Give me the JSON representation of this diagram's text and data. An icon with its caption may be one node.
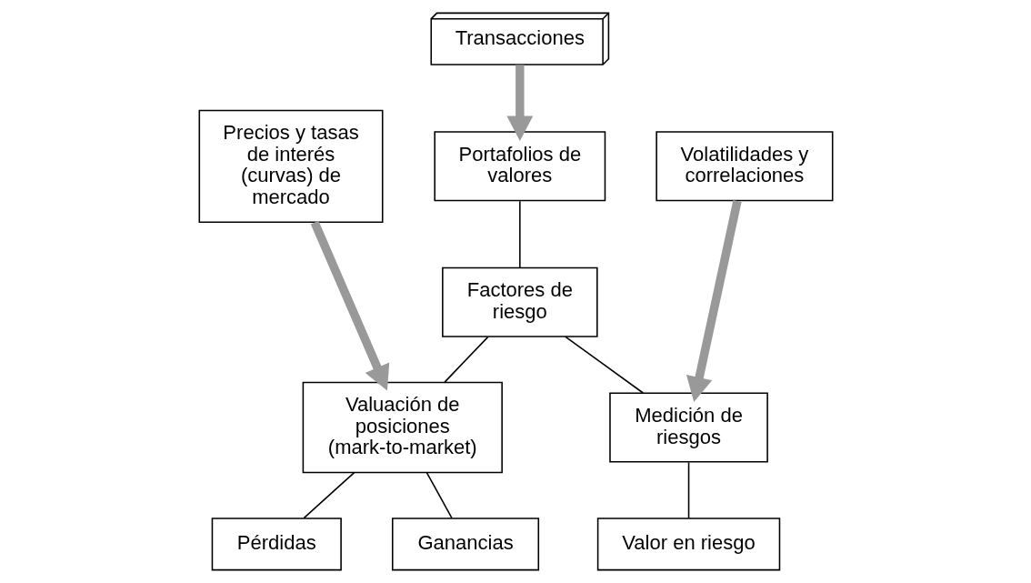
{
  "diagram": {
    "nodes": [
      {
        "text": [
          "Transacciones"
        ]
      },
      {
        "text": [
          "Precios y tasas de interés (curvas) de mercado"
        ]
      },
      {
        "text": [
          "Portafolios de valores"
        ]
      },
      {
        "text": [
          "Volatilidades y correlaciones"
        ]
      },
      {
        "text": [
          "Factores de riesgo"
        ]
      },
      {
        "text": [
          "Valuación de posiciones (mark-to-market)"
        ]
      },
      {
        "text": [
          "Medición de riesgos"
        ]
      },
      {
        "text": [
          "Ganancias"
        ]
      },
      {
        "text": [
          "Pérdidas"
        ]
      },
      {
        "text": [
          "Valor en riesgo"
        ]
      }
    ],
    "edges": [
      {
        "from": 0,
        "to": 2,
        "arrow": "to",
        "style": "thick",
        "color": "#999999"
      },
      {
        "from": 1,
        "to": 5,
        "arrow": "to",
        "style": "thick",
        "color": "#999999"
      },
      {
        "from": 3,
        "to": 6,
        "arrow": "to",
        "style": "thick",
        "color": "#999999"
      },
      {
        "from": 2,
        "to": 4,
        "arrow": "none"
      },
      {
        "from": 4,
        "to": 5,
        "arrow": "none"
      },
      {
        "from": 4,
        "to": 6,
        "arrow": "none"
      },
      {
        "from": 5,
        "to": 7,
        "arrow": "none"
      },
      {
        "from": 5,
        "to": 8,
        "arrow": "none"
      },
      {
        "from": 6,
        "to": 9,
        "arrow": "none"
      }
    ]
  }
}
